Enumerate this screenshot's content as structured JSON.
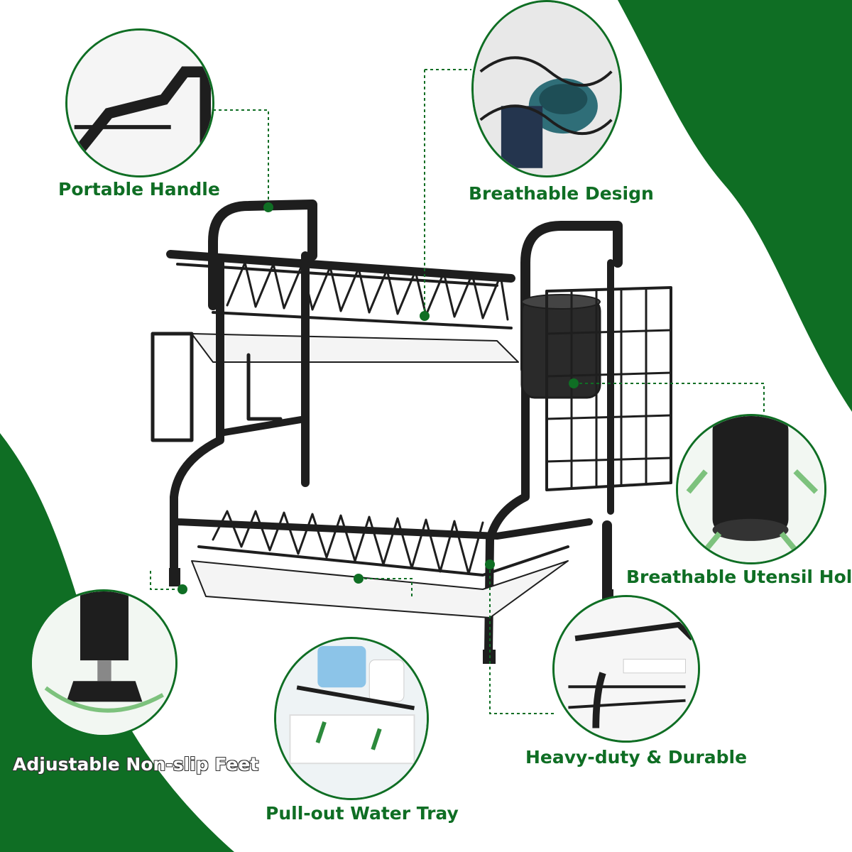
{
  "colors": {
    "brand_green": "#0f6e24",
    "rack_black": "#1e1e1e",
    "background": "#ffffff"
  },
  "features": [
    {
      "id": "portable-handle",
      "label": "Portable Handle",
      "icon": "handle-closeup"
    },
    {
      "id": "breathable-design",
      "label": "Breathable Design",
      "icon": "cups-closeup"
    },
    {
      "id": "breathable-utensil-holder",
      "label": "Breathable Utensil Holde",
      "icon": "utensil-holder-closeup"
    },
    {
      "id": "heavy-duty-durable",
      "label": "Heavy-duty & Durable",
      "icon": "frame-closeup"
    },
    {
      "id": "pull-out-water-tray",
      "label": "Pull-out Water Tray",
      "icon": "tray-closeup"
    },
    {
      "id": "adjustable-non-slip-feet",
      "label": "Adjustable Non-slip Feet",
      "icon": "foot-closeup"
    }
  ]
}
